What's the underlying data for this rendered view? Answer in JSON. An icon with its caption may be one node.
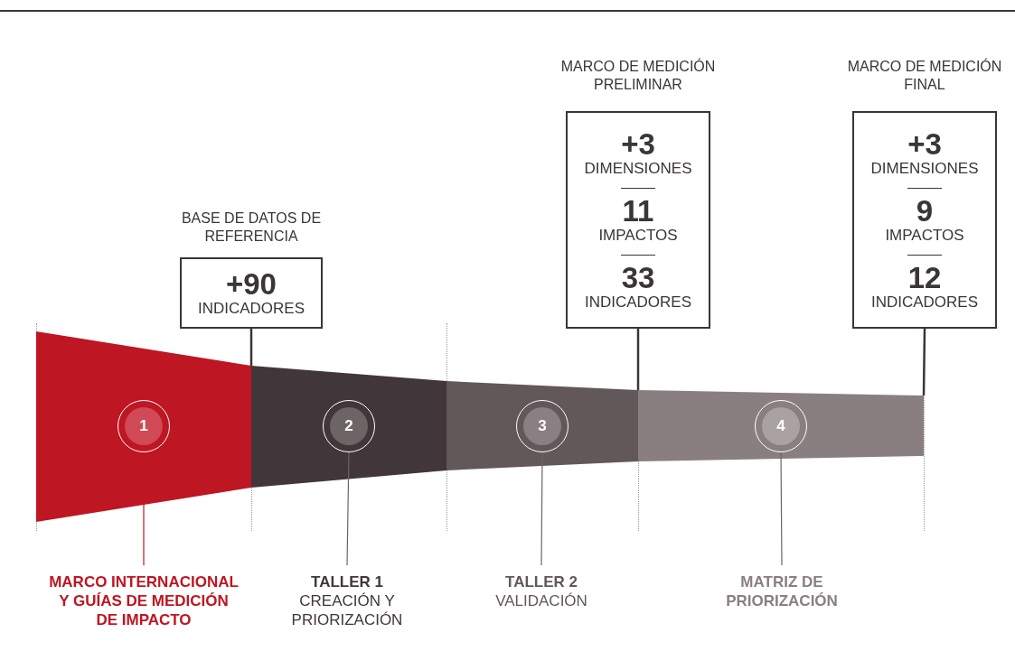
{
  "diagram": {
    "nodes": [
      {
        "text": [
          "BASE DE DATOS DE REFERENCIA",
          "+90",
          "INDICADORES"
        ]
      },
      {
        "text": [
          "MARCO DE MEDICIÓN PRELIMINAR",
          "+3",
          "DIMENSIONES",
          "11",
          "IMPACTOS",
          "33",
          "INDICADORES"
        ]
      },
      {
        "text": [
          "MARCO DE MEDICIÓN FINAL",
          "+3",
          "DIMENSIONES",
          "9",
          "IMPACTOS",
          "12",
          "INDICADORES"
        ]
      },
      {
        "text": [],
        "shape": "box"
      },
      {
        "text": [
          "1"
        ],
        "in": 3
      },
      {
        "text": [],
        "shape": "box"
      },
      {
        "text": [
          "2"
        ],
        "in": 5
      },
      {
        "text": [],
        "shape": "box"
      },
      {
        "text": [
          "3"
        ],
        "in": 7
      },
      {
        "text": [],
        "shape": "box"
      },
      {
        "text": [
          "4"
        ],
        "in": 9
      },
      {
        "text": [
          "MARCO INTERNACIONAL Y GUÍAS DE MEDICIÓN DE IMPACTO"
        ]
      },
      {
        "text": [
          "TALLER 1",
          "CREACIÓN Y PRIORIZACIÓN"
        ]
      },
      {
        "text": [
          "TALLER 2",
          "VALIDACIÓN"
        ]
      },
      {
        "text": [
          "MATRIZ DE PRIORIZACIÓN"
        ]
      }
    ],
    "edges": [
      {
        "from": 0,
        "to": 5,
        "arrow": "none"
      },
      {
        "from": 1,
        "to": 9,
        "arrow": "none"
      },
      {
        "from": 2,
        "to": 9,
        "arrow": "none"
      },
      {
        "from": 4,
        "to": 11,
        "arrow": "none",
        "color": "#be1622"
      },
      {
        "from": 6,
        "to": 12,
        "arrow": "none"
      },
      {
        "from": 8,
        "to": 13,
        "arrow": "none"
      },
      {
        "from": 10,
        "to": 14,
        "arrow": "none"
      }
    ]
  }
}
